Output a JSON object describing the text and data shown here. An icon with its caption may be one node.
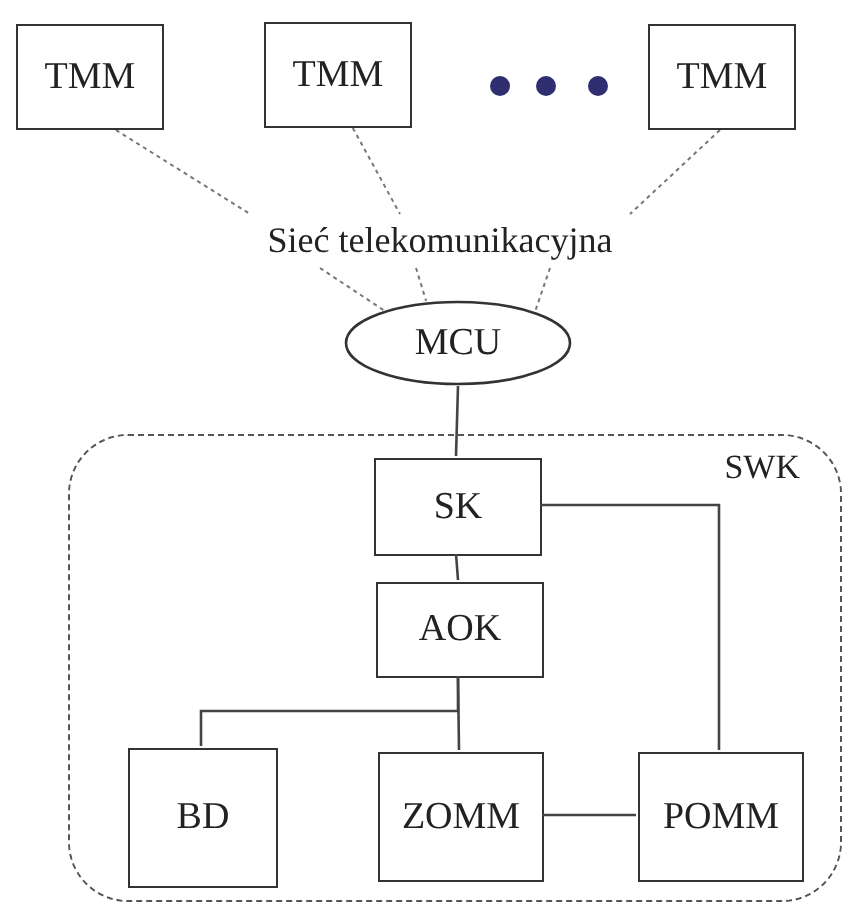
{
  "diagram": {
    "nodes": [
      {
        "text": [
          "TMM"
        ]
      },
      {
        "text": [
          "TMM"
        ]
      },
      {
        "text": [
          "TMM"
        ]
      },
      {
        "text": [
          "Sieć telekomunikacyjna"
        ]
      },
      {
        "text": [
          "MCU"
        ]
      },
      {
        "text": [
          "SWK"
        ]
      },
      {
        "text": [
          "SK"
        ],
        "in": 5
      },
      {
        "text": [
          "AOK"
        ],
        "in": 5
      },
      {
        "text": [
          "BD"
        ],
        "in": 5
      },
      {
        "text": [
          "ZOMM"
        ],
        "in": 5
      },
      {
        "text": [
          "POMM"
        ],
        "in": 5
      }
    ],
    "edges": [
      {
        "from": 0,
        "to": 3,
        "arrow": "none",
        "style": "dashed"
      },
      {
        "from": 1,
        "to": 3,
        "arrow": "none",
        "style": "dashed"
      },
      {
        "from": 2,
        "to": 3,
        "arrow": "none",
        "style": "dashed"
      },
      {
        "from": 3,
        "to": 4,
        "arrow": "none",
        "style": "dashed"
      },
      {
        "from": 3,
        "to": 4,
        "arrow": "none",
        "style": "dashed"
      },
      {
        "from": 3,
        "to": 4,
        "arrow": "none",
        "style": "dashed"
      },
      {
        "from": 4,
        "to": 6,
        "arrow": "none"
      },
      {
        "from": 6,
        "to": 7,
        "arrow": "none"
      },
      {
        "from": 7,
        "to": 8,
        "arrow": "none"
      },
      {
        "from": 7,
        "to": 9,
        "arrow": "none"
      },
      {
        "from": 9,
        "to": 10,
        "arrow": "none"
      },
      {
        "from": 6,
        "to": 10,
        "arrow": "none"
      }
    ]
  }
}
